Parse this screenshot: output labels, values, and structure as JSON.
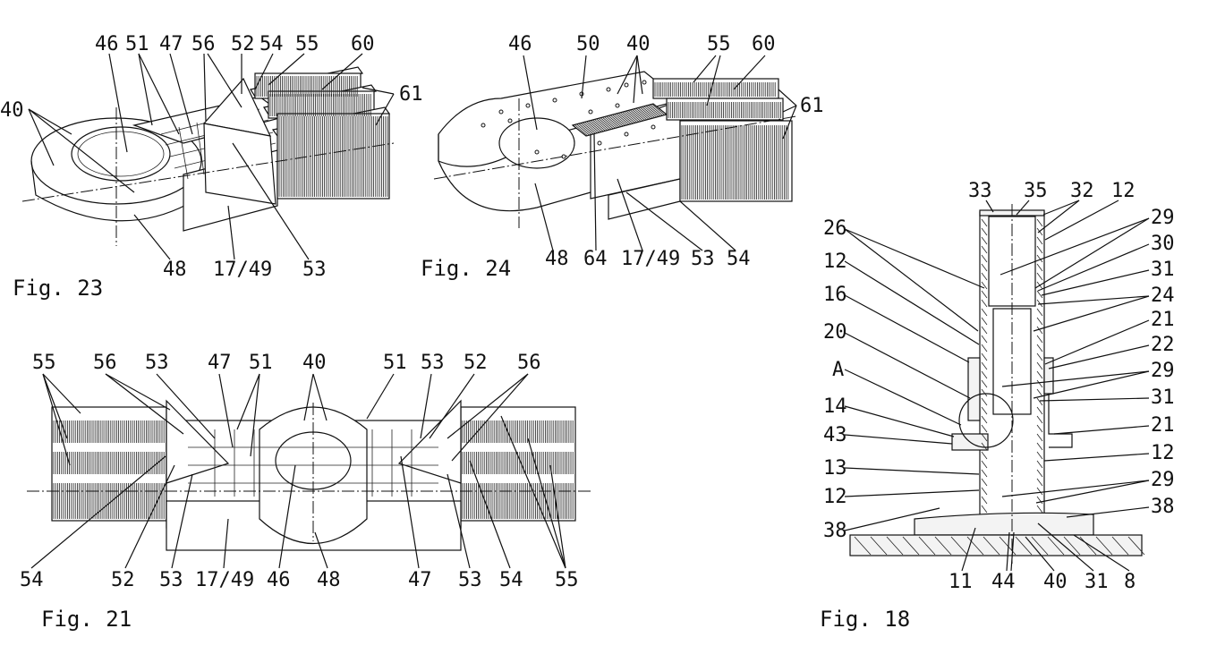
{
  "sheet": {
    "figures": [
      {
        "id": "fig23",
        "caption": "Fig. 23",
        "labels_top": [
          "46",
          "51",
          "47",
          "56",
          "52",
          "54",
          "55",
          "60"
        ],
        "labels_side": [
          "40",
          "61"
        ],
        "labels_bottom": [
          "48",
          "17/49",
          "53"
        ]
      },
      {
        "id": "fig24",
        "caption": "Fig. 24",
        "labels_top": [
          "46",
          "50",
          "40",
          "55",
          "60"
        ],
        "labels_side": [
          "61"
        ],
        "labels_bottom": [
          "48",
          "64",
          "17/49",
          "53",
          "54"
        ]
      },
      {
        "id": "fig21",
        "caption": "Fig. 21",
        "labels_top": [
          "55",
          "56",
          "53",
          "47",
          "51",
          "40",
          "51",
          "53",
          "52",
          "56"
        ],
        "labels_bottom": [
          "54",
          "52",
          "53",
          "17/49",
          "46",
          "48",
          "47",
          "53",
          "54",
          "55"
        ]
      },
      {
        "id": "fig18",
        "caption": "Fig. 18",
        "labels_top": [
          "33",
          "35",
          "32",
          "12"
        ],
        "labels_left": [
          "26",
          "12",
          "16",
          "20",
          "A",
          "14",
          "43",
          "13",
          "12",
          "38"
        ],
        "labels_right": [
          "29",
          "30",
          "31",
          "24",
          "21",
          "22",
          "29",
          "31",
          "21",
          "12",
          "29",
          "38"
        ],
        "labels_bottom": [
          "11",
          "44",
          "40",
          "31",
          "8"
        ]
      }
    ]
  }
}
